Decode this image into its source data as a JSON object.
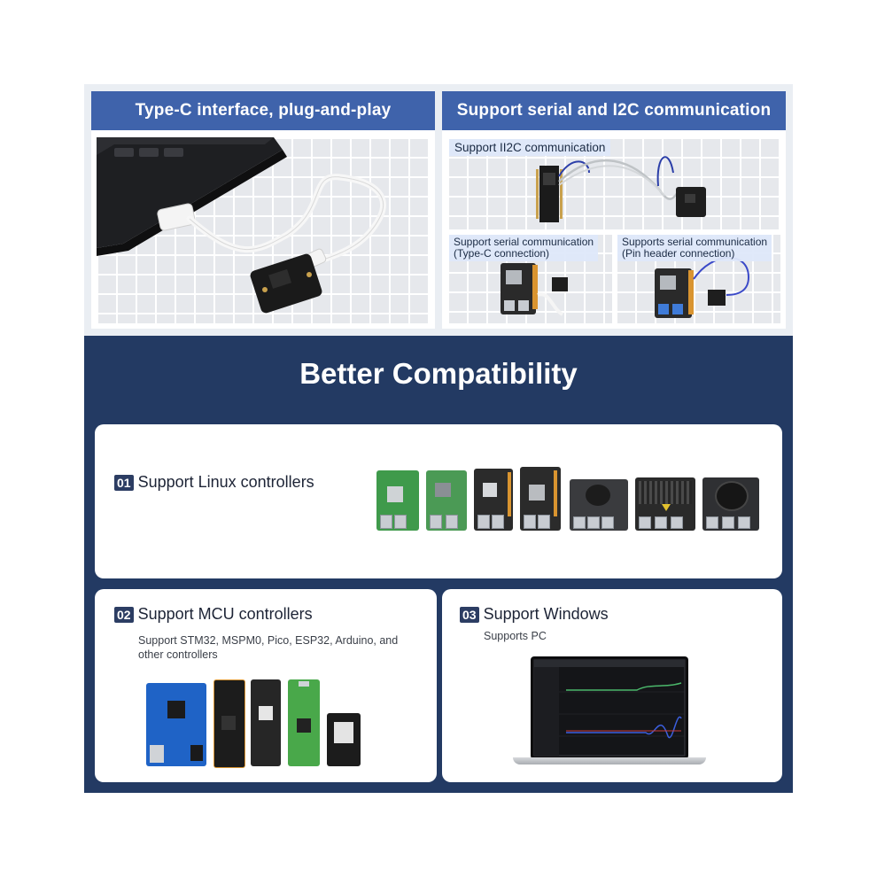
{
  "top_left": {
    "title": "Type-C interface, plug-and-play"
  },
  "top_right": {
    "title": "Support serial and I2C communication",
    "tag_i2c": "Support II2C communication",
    "tag_serial_typec_1": "Support serial communication",
    "tag_serial_typec_2": "(Type-C connection)",
    "tag_serial_pin_1": "Supports serial communication",
    "tag_serial_pin_2": "(Pin header connection)"
  },
  "section": {
    "title": "Better Compatibility"
  },
  "card_linux": {
    "number": "01",
    "label": "Support Linux controllers"
  },
  "card_mcu": {
    "number": "02",
    "label": "Support MCU controllers",
    "description_line1": "Support STM32, MSPM0, Pico, ESP32, Arduino, and",
    "description_line2": "other controllers"
  },
  "card_windows": {
    "number": "03",
    "label": "Support Windows",
    "description": "Supports PC"
  },
  "colors": {
    "header_blue": "#3f63ab",
    "dark_navy": "#233a63",
    "badge": "#2c3d63"
  }
}
